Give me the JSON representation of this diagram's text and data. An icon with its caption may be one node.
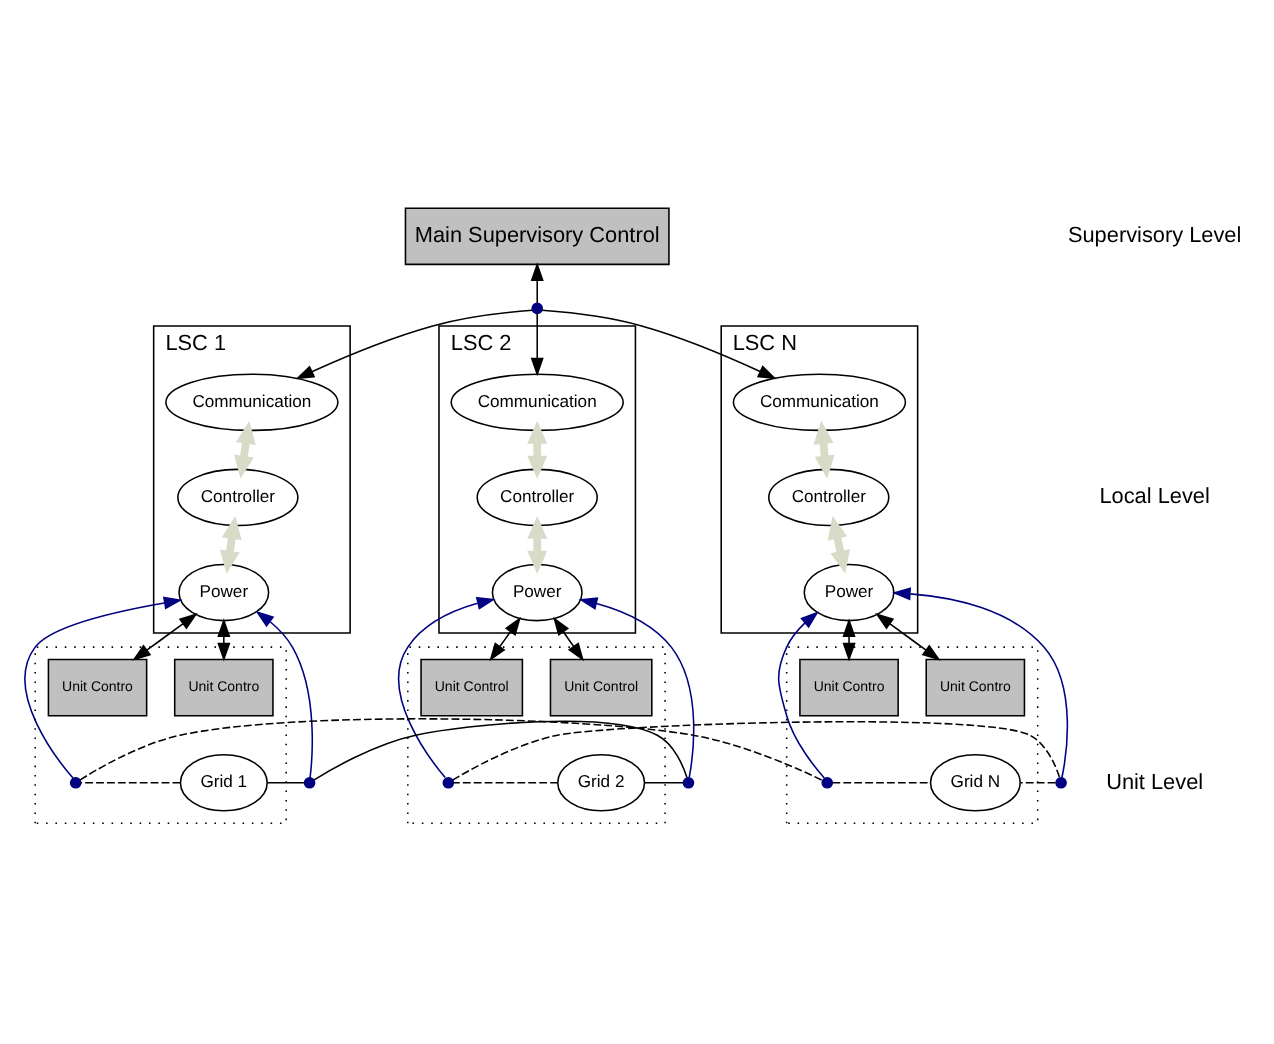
{
  "diagram": {
    "nodes": [
      {
        "text": [
          "Main Supervisory Control"
        ]
      },
      {
        "text": [],
        "shape": "circle"
      },
      {
        "text": [
          "LSC 1"
        ]
      },
      {
        "text": [
          "Communication"
        ],
        "in": 2
      },
      {
        "text": [
          "Controller"
        ],
        "in": 2
      },
      {
        "text": [
          "Power"
        ],
        "in": 2
      },
      {
        "text": [
          "LSC 2"
        ]
      },
      {
        "text": [
          "Communication"
        ],
        "in": 6
      },
      {
        "text": [
          "Controller"
        ],
        "in": 6
      },
      {
        "text": [
          "Power"
        ],
        "in": 6
      },
      {
        "text": [
          "LSC N"
        ]
      },
      {
        "text": [
          "Communication"
        ],
        "in": 10
      },
      {
        "text": [
          "Controller"
        ],
        "in": 10
      },
      {
        "text": [
          "Power"
        ],
        "in": 10
      },
      {
        "text": [],
        "shape": "box"
      },
      {
        "text": [
          "Unit Contro"
        ],
        "in": 14
      },
      {
        "text": [
          "Unit Contro"
        ],
        "in": 14
      },
      {
        "text": [
          "Grid 1"
        ],
        "in": 14
      },
      {
        "text": [],
        "shape": "circle",
        "in": 14
      },
      {
        "text": [],
        "shape": "circle"
      },
      {
        "text": [],
        "shape": "circle"
      },
      {
        "text": [],
        "shape": "box"
      },
      {
        "text": [
          "Unit Control"
        ],
        "in": 21
      },
      {
        "text": [
          "Unit Control"
        ],
        "in": 21
      },
      {
        "text": [
          "Grid 2"
        ],
        "in": 21
      },
      {
        "text": [],
        "shape": "circle",
        "in": 21
      },
      {
        "text": [],
        "shape": "circle"
      },
      {
        "text": [],
        "shape": "box"
      },
      {
        "text": [
          "Unit Contro"
        ],
        "in": 27
      },
      {
        "text": [
          "Unit Contro"
        ],
        "in": 27
      },
      {
        "text": [
          "Grid N"
        ],
        "in": 27
      },
      {
        "text": [],
        "shape": "circle",
        "in": 27
      }
    ],
    "edges": [
      {
        "from": 1,
        "to": 0,
        "arrow": "to"
      },
      {
        "from": 1,
        "to": 3,
        "arrow": "to"
      },
      {
        "from": 1,
        "to": 7,
        "arrow": "to"
      },
      {
        "from": 1,
        "to": 11,
        "arrow": "to"
      },
      {
        "from": 3,
        "to": 4,
        "arrow": "both",
        "style": "thick",
        "color": "#d8dbc8"
      },
      {
        "from": 4,
        "to": 5,
        "arrow": "both",
        "style": "thick",
        "color": "#d8dbc8"
      },
      {
        "from": 7,
        "to": 8,
        "arrow": "both",
        "style": "thick",
        "color": "#d8dbc8"
      },
      {
        "from": 8,
        "to": 9,
        "arrow": "both",
        "style": "thick",
        "color": "#d8dbc8"
      },
      {
        "from": 11,
        "to": 12,
        "arrow": "both",
        "style": "thick",
        "color": "#d8dbc8"
      },
      {
        "from": 12,
        "to": 13,
        "arrow": "both",
        "style": "thick",
        "color": "#d8dbc8"
      },
      {
        "from": 5,
        "to": 15,
        "arrow": "both"
      },
      {
        "from": 5,
        "to": 16,
        "arrow": "both"
      },
      {
        "from": 9,
        "to": 22,
        "arrow": "both"
      },
      {
        "from": 9,
        "to": 23,
        "arrow": "both"
      },
      {
        "from": 13,
        "to": 28,
        "arrow": "both"
      },
      {
        "from": 13,
        "to": 29,
        "arrow": "both"
      },
      {
        "from": 17,
        "to": 19,
        "arrow": "none"
      },
      {
        "from": 19,
        "to": 20,
        "arrow": "none"
      },
      {
        "from": 20,
        "to": 24,
        "arrow": "none"
      },
      {
        "from": 24,
        "to": 25,
        "arrow": "none",
        "style": "dashed"
      },
      {
        "from": 25,
        "to": 26,
        "arrow": "none",
        "style": "dashed"
      },
      {
        "from": 26,
        "to": 30,
        "arrow": "none",
        "style": "dashed"
      },
      {
        "from": 17,
        "to": 18,
        "arrow": "none",
        "style": "dashed"
      },
      {
        "from": 18,
        "to": 31,
        "arrow": "none",
        "style": "dashed"
      },
      {
        "from": 31,
        "to": 30,
        "arrow": "none",
        "style": "dashed"
      },
      {
        "from": 18,
        "to": 5,
        "arrow": "to",
        "color": "#000080"
      },
      {
        "from": 19,
        "to": 5,
        "arrow": "to",
        "color": "#000080"
      },
      {
        "from": 20,
        "to": 9,
        "arrow": "to",
        "color": "#000080"
      },
      {
        "from": 25,
        "to": 9,
        "arrow": "to",
        "color": "#000080"
      },
      {
        "from": 26,
        "to": 13,
        "arrow": "to",
        "color": "#000080"
      },
      {
        "from": 31,
        "to": 13,
        "arrow": "to",
        "color": "#000080"
      }
    ],
    "labels": [
      "Supervisory Level",
      "Local Level",
      "Unit Level"
    ]
  }
}
